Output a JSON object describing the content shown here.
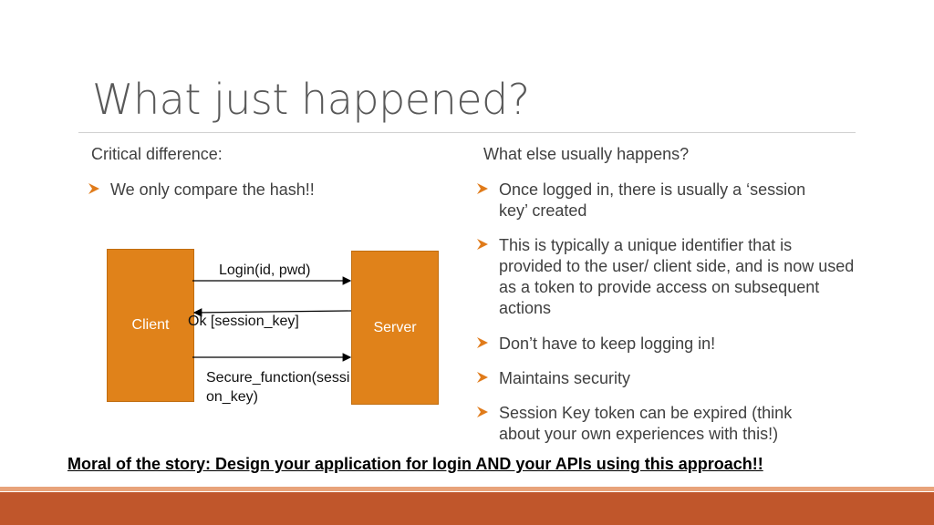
{
  "slide": {
    "title": "What just happened?",
    "left": {
      "heading": "Critical difference:",
      "bullets": [
        "We only compare the hash!!"
      ]
    },
    "right": {
      "heading": "What else usually happens?",
      "bullets": [
        "Once logged in, there is usually a ‘session key’ created",
        "This is typically a unique identifier that is provided to the user/ client side, and is now used as a token to provide access on subsequent actions",
        "Don’t have to keep logging in!",
        "Maintains security",
        "Session Key token can be expired (think about your own experiences with this!)"
      ]
    },
    "diagram": {
      "client_label": "Client",
      "server_label": "Server",
      "msg_login": "Login(id, pwd)",
      "msg_ok": "Ok [session_key]",
      "msg_secure": "Secure_function(session_key)"
    },
    "moral": "Moral of the story: Design your application for login AND your APIs using this approach!!"
  },
  "colors": {
    "box_fill": "#e0821a",
    "bullet_arrow": "#e07b1a",
    "band": "#c0562b"
  }
}
